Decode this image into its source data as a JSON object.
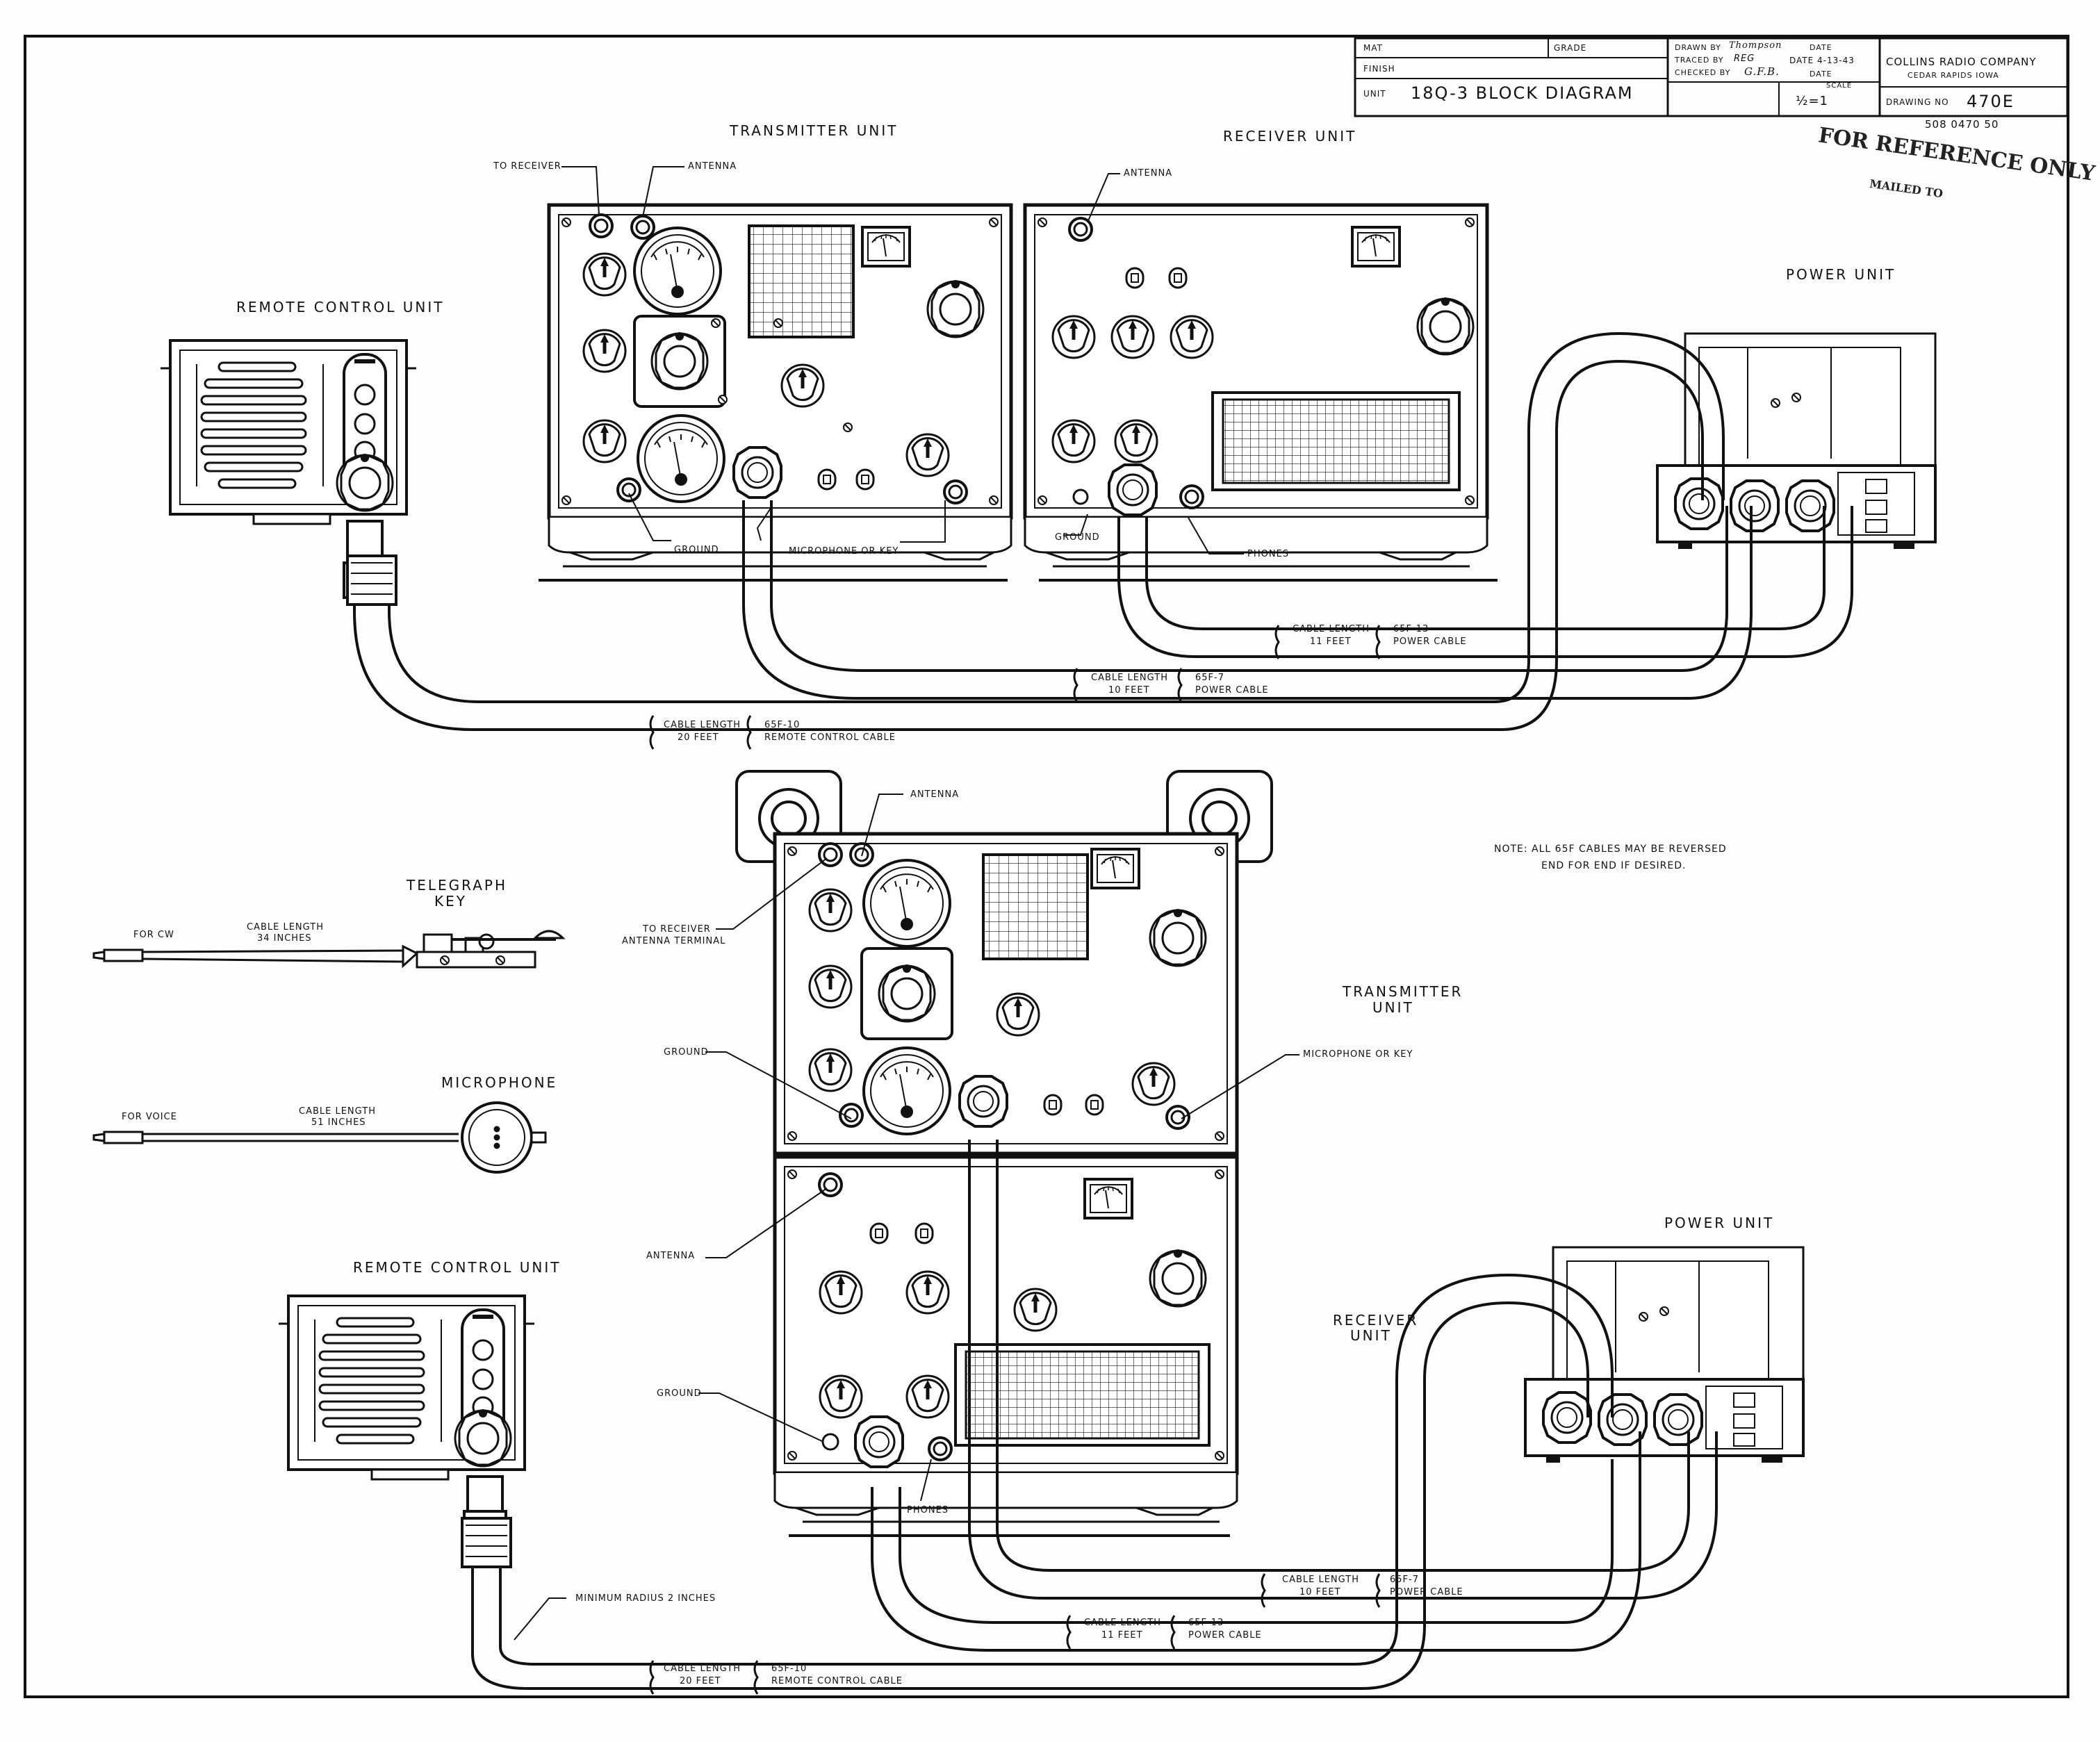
{
  "title_block": {
    "mat_label": "MAT",
    "grade_label": "GRADE",
    "finish_label": "FINISH",
    "unit_label": "UNIT",
    "unit_value": "18Q-3 BLOCK DIAGRAM",
    "drawn_by": "DRAWN BY",
    "drawn_by_value": "Thompson",
    "date_label": "DATE",
    "traced_by": "TRACED BY",
    "traced_by_value": "REG",
    "date_value": "DATE 4-13-43",
    "checked_by": "CHECKED BY",
    "checked_by_value": "G.F.B.",
    "date_label2": "DATE",
    "scale_label": "SCALE",
    "scale_value": "½=1",
    "company": "COLLINS RADIO COMPANY",
    "city": "CEDAR RAPIDS IOWA",
    "drawing_no_label": "DRAWING NO",
    "drawing_no": "470E",
    "ref_number": "508 0470 50"
  },
  "stamp": {
    "line1": "FOR REFERENCE ONLY",
    "line2": "MAILED TO"
  },
  "top_diagram": {
    "transmitter_title": "TRANSMITTER UNIT",
    "receiver_title": "RECEIVER UNIT",
    "remote_title": "REMOTE CONTROL UNIT",
    "power_title": "POWER UNIT",
    "to_receiver": "TO RECEIVER",
    "antenna_tx": "ANTENNA",
    "antenna_rx": "ANTENNA",
    "ground_tx": "GROUND",
    "mic_or_key": "MICROPHONE OR KEY",
    "ground_rx": "GROUND",
    "phones": "PHONES",
    "cable1_len": "CABLE LENGTH",
    "cable1_feet": "11 FEET",
    "cable1_part": "65F-13",
    "cable1_name": "POWER CABLE",
    "cable2_len": "CABLE LENGTH",
    "cable2_feet": "10 FEET",
    "cable2_part": "65F-7",
    "cable2_name": "POWER CABLE",
    "cable3_len": "CABLE LENGTH",
    "cable3_feet": "20 FEET",
    "cable3_part": "65F-10",
    "cable3_name": "REMOTE CONTROL CABLE"
  },
  "note": {
    "line1": "NOTE:  ALL 65F CABLES MAY BE REVERSED",
    "line2": "END FOR END IF DESIRED."
  },
  "accessories": {
    "telegraph_title1": "TELEGRAPH",
    "telegraph_title2": "KEY",
    "for_cw": "FOR CW",
    "key_cable1": "CABLE LENGTH",
    "key_cable2": "34 INCHES",
    "microphone_title": "MICROPHONE",
    "for_voice": "FOR VOICE",
    "mic_cable1": "CABLE LENGTH",
    "mic_cable2": "51 INCHES"
  },
  "bottom_diagram": {
    "antenna_tx": "ANTENNA",
    "to_receiver1": "TO RECEIVER",
    "to_receiver2": "ANTENNA TERMINAL",
    "transmitter_title1": "TRANSMITTER",
    "transmitter_title2": "UNIT",
    "ground_tx": "GROUND",
    "mic_or_key": "MICROPHONE OR KEY",
    "antenna_rx": "ANTENNA",
    "power_title": "POWER UNIT",
    "receiver_title1": "RECEIVER",
    "receiver_title2": "UNIT",
    "remote_title": "REMOTE CONTROL UNIT",
    "ground_rx": "GROUND",
    "phones": "PHONES",
    "min_radius": "MINIMUM RADIUS 2 INCHES",
    "cable1_len": "CABLE LENGTH",
    "cable1_feet": "10 FEET",
    "cable1_part": "65F-7",
    "cable1_name": "POWER CABLE",
    "cable2_len": "CABLE LENGTH",
    "cable2_feet": "11 FEET",
    "cable2_part": "65F-13",
    "cable2_name": "POWER CABLE",
    "cable3_len": "CABLE LENGTH",
    "cable3_feet": "20 FEET",
    "cable3_part": "65F-10",
    "cable3_name": "REMOTE CONTROL CABLE"
  },
  "colors": {
    "ink": "#111111",
    "paper": "#fdfdfd"
  }
}
